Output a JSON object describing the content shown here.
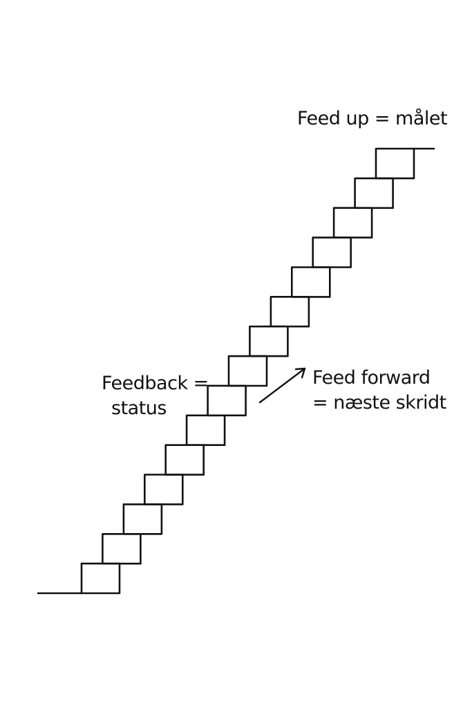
{
  "labels": {
    "feed_up": "Feed up = målet",
    "feedback_line1": "Feedback =",
    "feedback_line2": "status",
    "feed_forward_line1": "Feed forward",
    "feed_forward_line2": "= næste skridt"
  },
  "colors": {
    "ink": "#111111",
    "background": "#ffffff"
  },
  "icons": {
    "arrow": "arrow-up-right-icon"
  }
}
